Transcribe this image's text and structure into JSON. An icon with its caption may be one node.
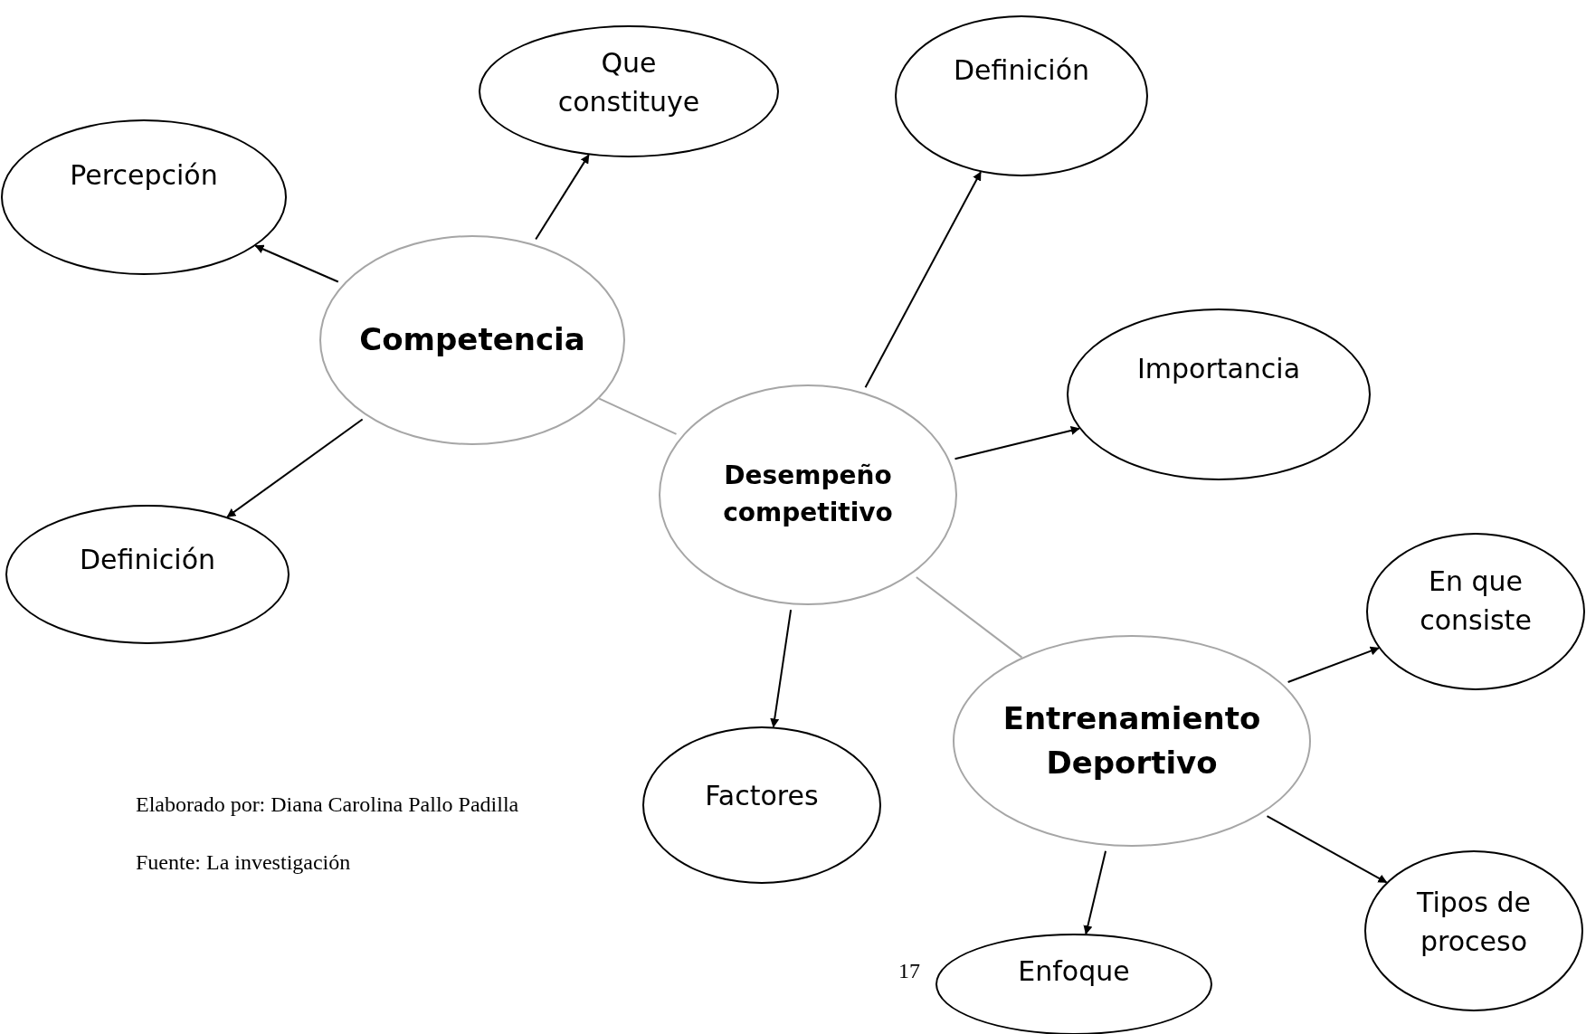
{
  "diagram": {
    "nodes": [
      {
        "text": [
          "Que constituye"
        ]
      },
      {
        "text": [
          "Percepción"
        ]
      },
      {
        "text": [
          "Definición"
        ]
      },
      {
        "text": [
          "Competencia"
        ]
      },
      {
        "text": [
          "Importancia"
        ]
      },
      {
        "text": [
          "Desempeño competitivo"
        ]
      },
      {
        "text": [
          "Definición"
        ]
      },
      {
        "text": [
          "En que consiste"
        ]
      },
      {
        "text": [
          "Entrenamiento Deportivo"
        ]
      },
      {
        "text": [
          "Factores"
        ]
      },
      {
        "text": [
          "Tipos de proceso"
        ]
      },
      {
        "text": [
          "Enfoque"
        ]
      }
    ],
    "edges": [
      {
        "from": 3,
        "to": 0,
        "arrow": "to"
      },
      {
        "from": 3,
        "to": 1,
        "arrow": "to"
      },
      {
        "from": 3,
        "to": 6,
        "arrow": "to"
      },
      {
        "from": 5,
        "to": 3,
        "arrow": "none",
        "color": "#a6a6a6"
      },
      {
        "from": 5,
        "to": 2,
        "arrow": "to"
      },
      {
        "from": 5,
        "to": 4,
        "arrow": "to"
      },
      {
        "from": 5,
        "to": 9,
        "arrow": "to"
      },
      {
        "from": 5,
        "to": 8,
        "arrow": "none",
        "color": "#a6a6a6"
      },
      {
        "from": 8,
        "to": 7,
        "arrow": "to"
      },
      {
        "from": 8,
        "to": 10,
        "arrow": "to"
      },
      {
        "from": 8,
        "to": 11,
        "arrow": "to"
      }
    ],
    "labels": [
      "Elaborado por: Diana Carolina Pallo Padilla",
      "Fuente: La investigación",
      "17"
    ]
  }
}
